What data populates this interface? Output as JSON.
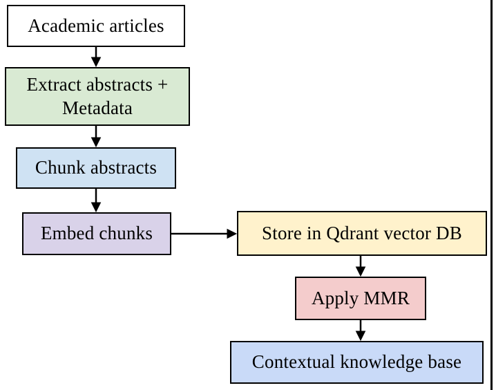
{
  "diagram": {
    "type": "flowchart",
    "nodes": {
      "academic": {
        "label": "Academic articles",
        "fill": "#ffffff"
      },
      "extract": {
        "label": "Extract abstracts +\nMetadata",
        "fill": "#d9ead3"
      },
      "chunk": {
        "label": "Chunk abstracts",
        "fill": "#cfe2f3"
      },
      "embed": {
        "label": "Embed chunks",
        "fill": "#d9d2e9"
      },
      "qdrant": {
        "label": "Store in Qdrant vector DB",
        "fill": "#fff2cc"
      },
      "mmr": {
        "label": "Apply MMR",
        "fill": "#f4cccc"
      },
      "contextual": {
        "label": "Contextual knowledge base",
        "fill": "#c9daf8"
      }
    },
    "edges": [
      {
        "from": "academic",
        "to": "extract",
        "direction": "down"
      },
      {
        "from": "extract",
        "to": "chunk",
        "direction": "down"
      },
      {
        "from": "chunk",
        "to": "embed",
        "direction": "down"
      },
      {
        "from": "embed",
        "to": "qdrant",
        "direction": "right"
      },
      {
        "from": "qdrant",
        "to": "mmr",
        "direction": "down"
      },
      {
        "from": "mmr",
        "to": "contextual",
        "direction": "down"
      }
    ],
    "colors": {
      "border": "#000000",
      "arrow": "#000000",
      "text": "#000000",
      "background": "#ffffff",
      "frame_line": "#000000"
    }
  }
}
